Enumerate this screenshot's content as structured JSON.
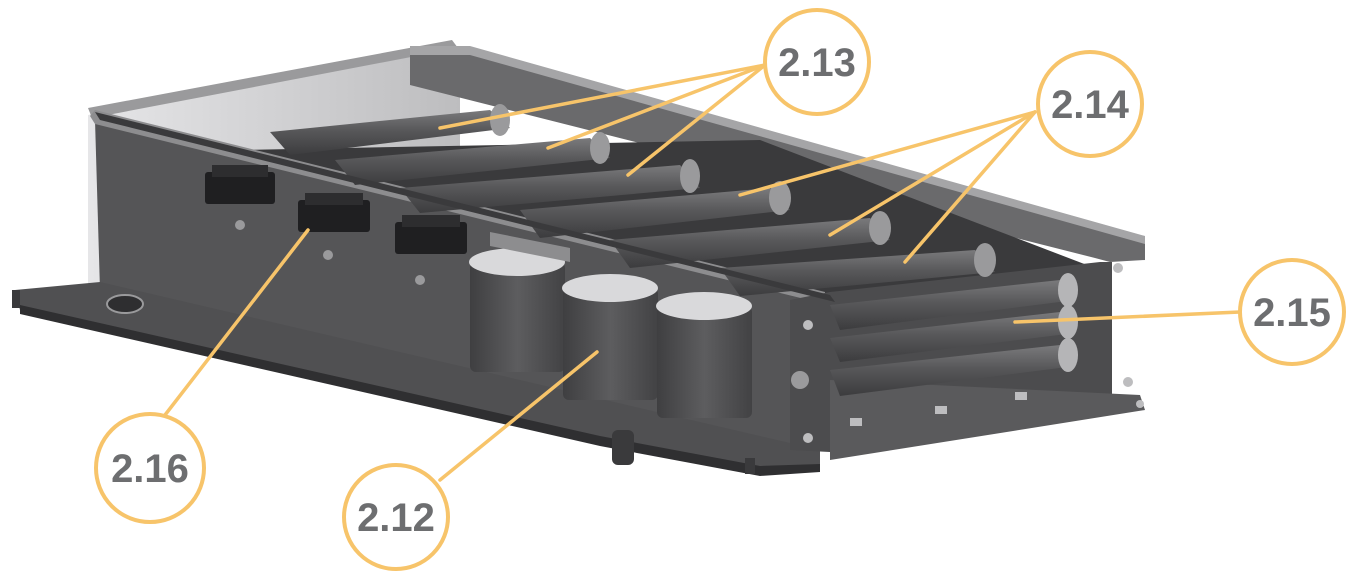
{
  "colors": {
    "callout_stroke": "#f7c46a",
    "callout_text": "#6d6e70",
    "metal_dark": "#4a4a4c",
    "metal_mid": "#5e5e60",
    "metal_light": "#8a8a8c",
    "edge_light": "#cfcfd1"
  },
  "callouts": [
    {
      "id": "2.13",
      "label": "2.13"
    },
    {
      "id": "2.14",
      "label": "2.14"
    },
    {
      "id": "2.15",
      "label": "2.15"
    },
    {
      "id": "2.16",
      "label": "2.16"
    },
    {
      "id": "2.12",
      "label": "2.12"
    }
  ],
  "components": {
    "rollers_top": "resistor-tube",
    "capacitors": "cylinder-capacitor",
    "terminal_blocks": "terminal-block",
    "chassis": "sheet-metal-tray"
  }
}
